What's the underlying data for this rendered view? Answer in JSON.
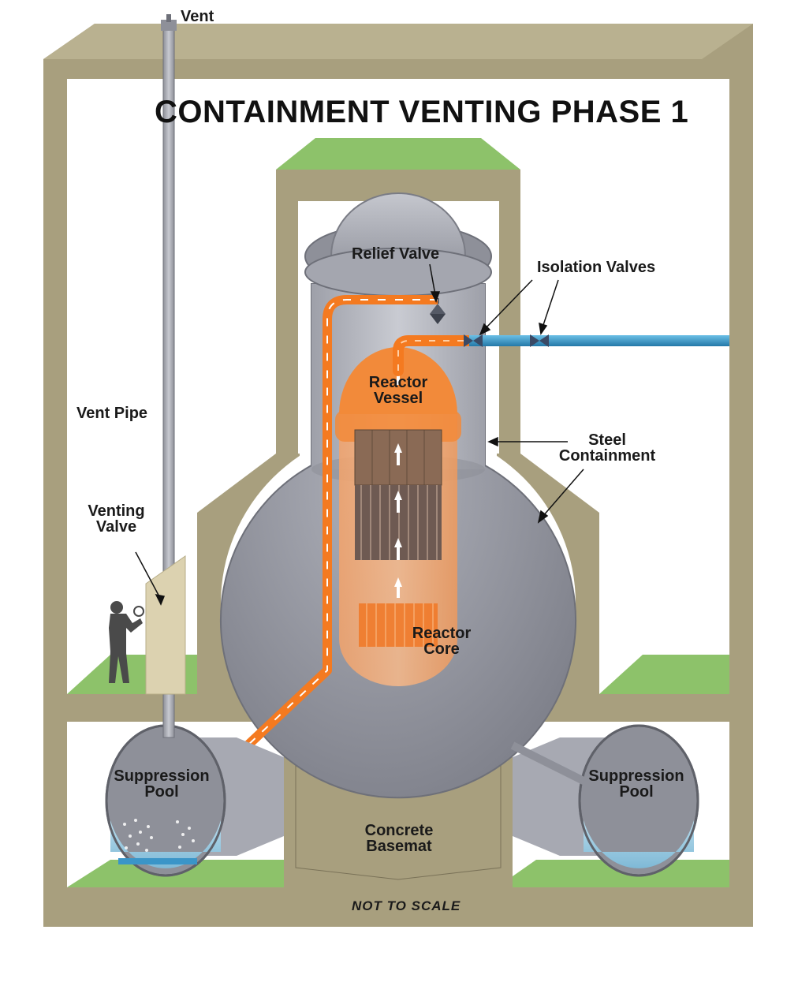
{
  "title": "CONTAINMENT VENTING PHASE 1",
  "labels": {
    "vent": "Vent",
    "vent_pipe": "Vent Pipe",
    "venting_valve_line1": "Venting",
    "venting_valve_line2": "Valve",
    "relief_valve": "Relief Valve",
    "isolation_valves": "Isolation Valves",
    "reactor_vessel_line1": "Reactor",
    "reactor_vessel_line2": "Vessel",
    "steel_containment_line1": "Steel",
    "steel_containment_line2": "Containment",
    "reactor_core_line1": "Reactor",
    "reactor_core_line2": "Core",
    "suppression_pool_left_line1": "Suppression",
    "suppression_pool_left_line2": "Pool",
    "suppression_pool_right_line1": "Suppression",
    "suppression_pool_right_line2": "Pool",
    "concrete_basemat_line1": "Concrete",
    "concrete_basemat_line2": "Basemat",
    "not_to_scale": "NOT TO SCALE"
  },
  "colors": {
    "concrete": "#a89f7e",
    "green_floor": "#8dc26a",
    "steel": "#a7a9b2",
    "steel_dark": "#8e9099",
    "steel_light": "#c7c9d0",
    "orange_flow": "#f47a20",
    "reactor_orange": "#f0883e",
    "water": "#a9d4e8",
    "blue_pipe": "#3a95c8"
  }
}
